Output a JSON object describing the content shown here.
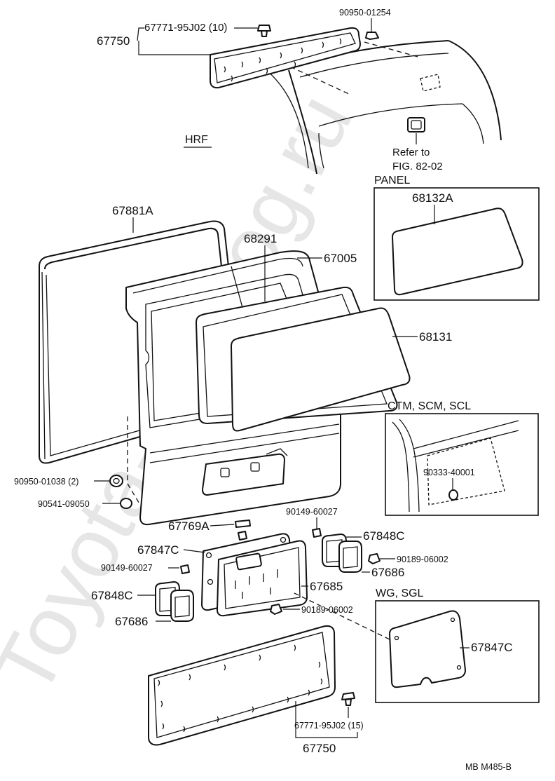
{
  "diagram": {
    "watermark": "Toyota-Catalog.ru",
    "section_label": "HRF",
    "ref_note": {
      "line1": "Refer to",
      "line2": "FIG. 82-02"
    },
    "footer_code": "MB  M485-B",
    "insets": {
      "panel": {
        "title": "PANEL",
        "part": "68132A"
      },
      "ctm": {
        "title": "CTM, SCM, SCL",
        "part": "90333-40001"
      },
      "wg": {
        "title": "WG, SGL",
        "part": "67847C"
      }
    },
    "labels": {
      "p67750_top": "67750",
      "p67771_top": "67771-95J02 (10)",
      "p90950_01254": "90950-01254",
      "p67881A": "67881A",
      "p68291": "68291",
      "p67005": "67005",
      "p68131": "68131",
      "p90950_01038": "90950-01038 (2)",
      "p90541_09050": "90541-09050",
      "p67769A": "67769A",
      "p90149_a": "90149-60027",
      "p67848C_r": "67848C",
      "p67847C": "67847C",
      "p90189_a": "90189-06002",
      "p90149_b": "90149-60027",
      "p67686_r": "67686",
      "p67685": "67685",
      "p67848C_l": "67848C",
      "p67686_l": "67686",
      "p90189_b": "90189-06002",
      "p67771_bot": "67771-95J02 (15)",
      "p67750_bot": "67750"
    }
  }
}
